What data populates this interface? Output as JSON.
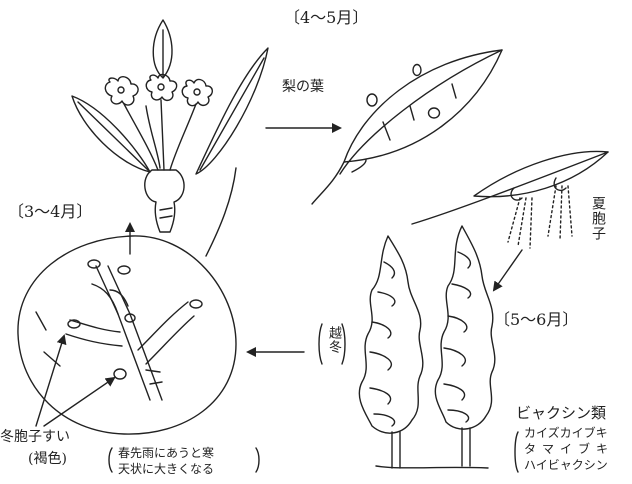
{
  "labels": {
    "period_apr_may": "〔4～5月〕",
    "period_mar_apr": "〔3～4月〕",
    "period_may_jun": "〔5～6月〕",
    "pear_leaf": "梨の葉",
    "summer_spores": "夏胞子",
    "overwintering": "越冬",
    "winter_spore_horn": "冬胞子すい",
    "brown_color": "(褐色)",
    "spring_note_line1": "春先雨にあうと寒",
    "spring_note_line2": "天状に大きくなる",
    "juniper_group": "ビャクシン類",
    "juniper_types": [
      "カイズカイブキ",
      "タマイブキ",
      "ハイビャクシン"
    ]
  },
  "colors": {
    "ink": "#222222",
    "paper": "#ffffff"
  }
}
